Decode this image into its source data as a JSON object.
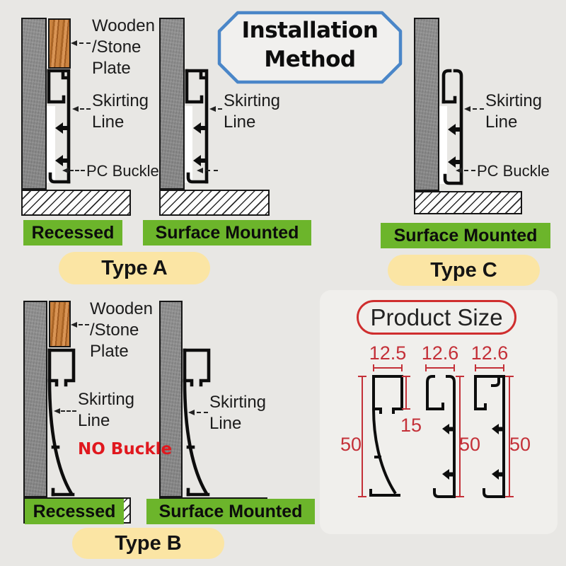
{
  "badge": {
    "line1": "Installation",
    "line2": "Method"
  },
  "shared": {
    "wooden_line1": "Wooden",
    "wooden_line2": "/Stone",
    "wooden_line3": "Plate",
    "skirting_line1": "Skirting",
    "skirting_line2": "Line",
    "pc_buckle": "PC Buckle",
    "no_buckle": "NO Buckle",
    "recessed": "Recessed",
    "surface_mounted": "Surface Mounted"
  },
  "types": {
    "a": "Type A",
    "b": "Type B",
    "c": "Type C"
  },
  "product_size": {
    "title": "Product Size",
    "profiles": [
      {
        "width": "12.5",
        "height": "50",
        "top_height": "15"
      },
      {
        "width": "12.6",
        "height": "50"
      },
      {
        "width": "12.6",
        "height": "50"
      }
    ]
  },
  "colors": {
    "tag_green": "#6cb52b",
    "pill_yellow": "#fbe5a4",
    "dimension_red": "#c43038",
    "no_buckle_red": "#e0181e",
    "badge_border_blue": "#4a86c8",
    "product_border_red": "#cf2e2e",
    "wall_gray": "#8b8b8b",
    "wood_brown": "#c08140",
    "profile_black": "#0d0d0d"
  }
}
